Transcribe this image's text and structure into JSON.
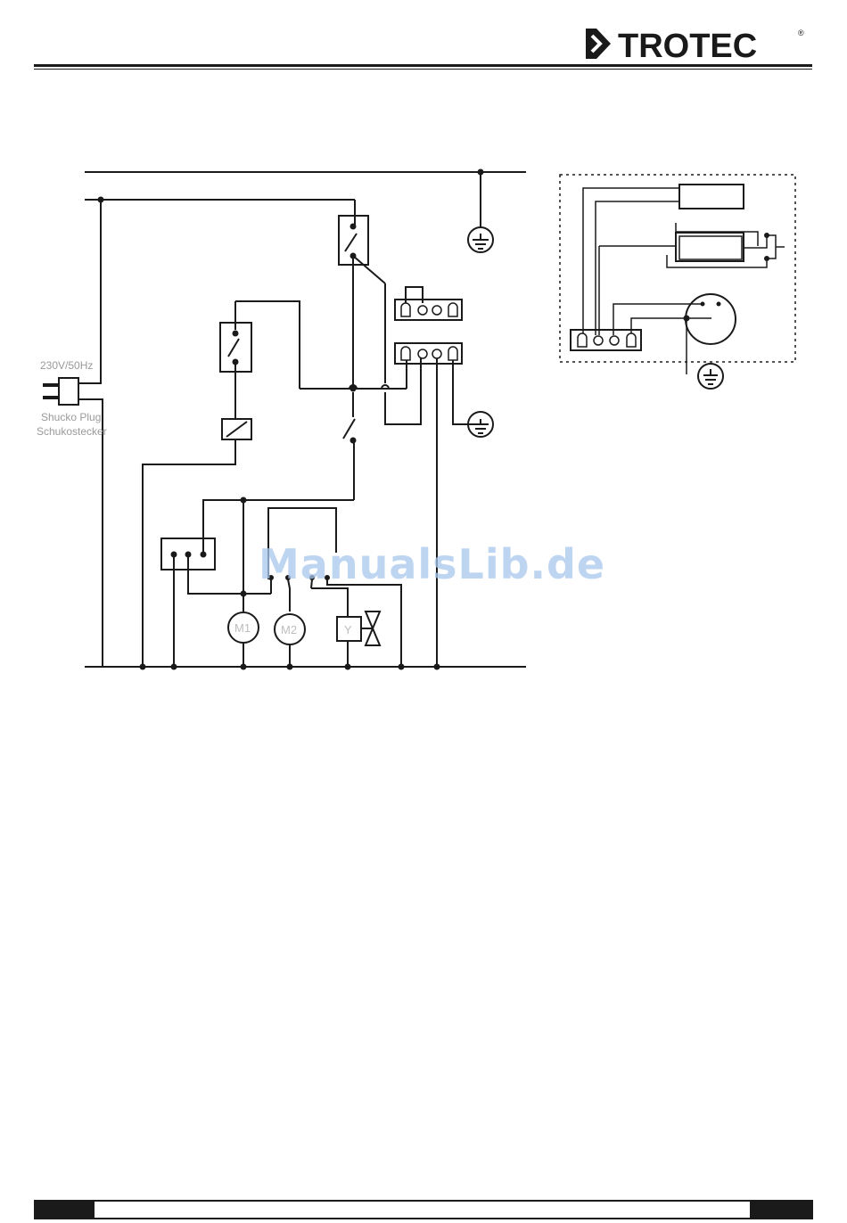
{
  "brand": {
    "name": "TROTEC",
    "registered": "®"
  },
  "diagram": {
    "supply_label": "230V/50Hz",
    "plug_label_en": "Shucko Plug",
    "plug_label_de": "Schukostecker",
    "motor_1": "M1",
    "motor_2": "M2",
    "valve": "Y"
  },
  "watermark": "ManualsLib.de",
  "colors": {
    "line": "#1a1a1a",
    "label_gray": "#9a9a9a",
    "watermark": "#a9c8ee"
  }
}
